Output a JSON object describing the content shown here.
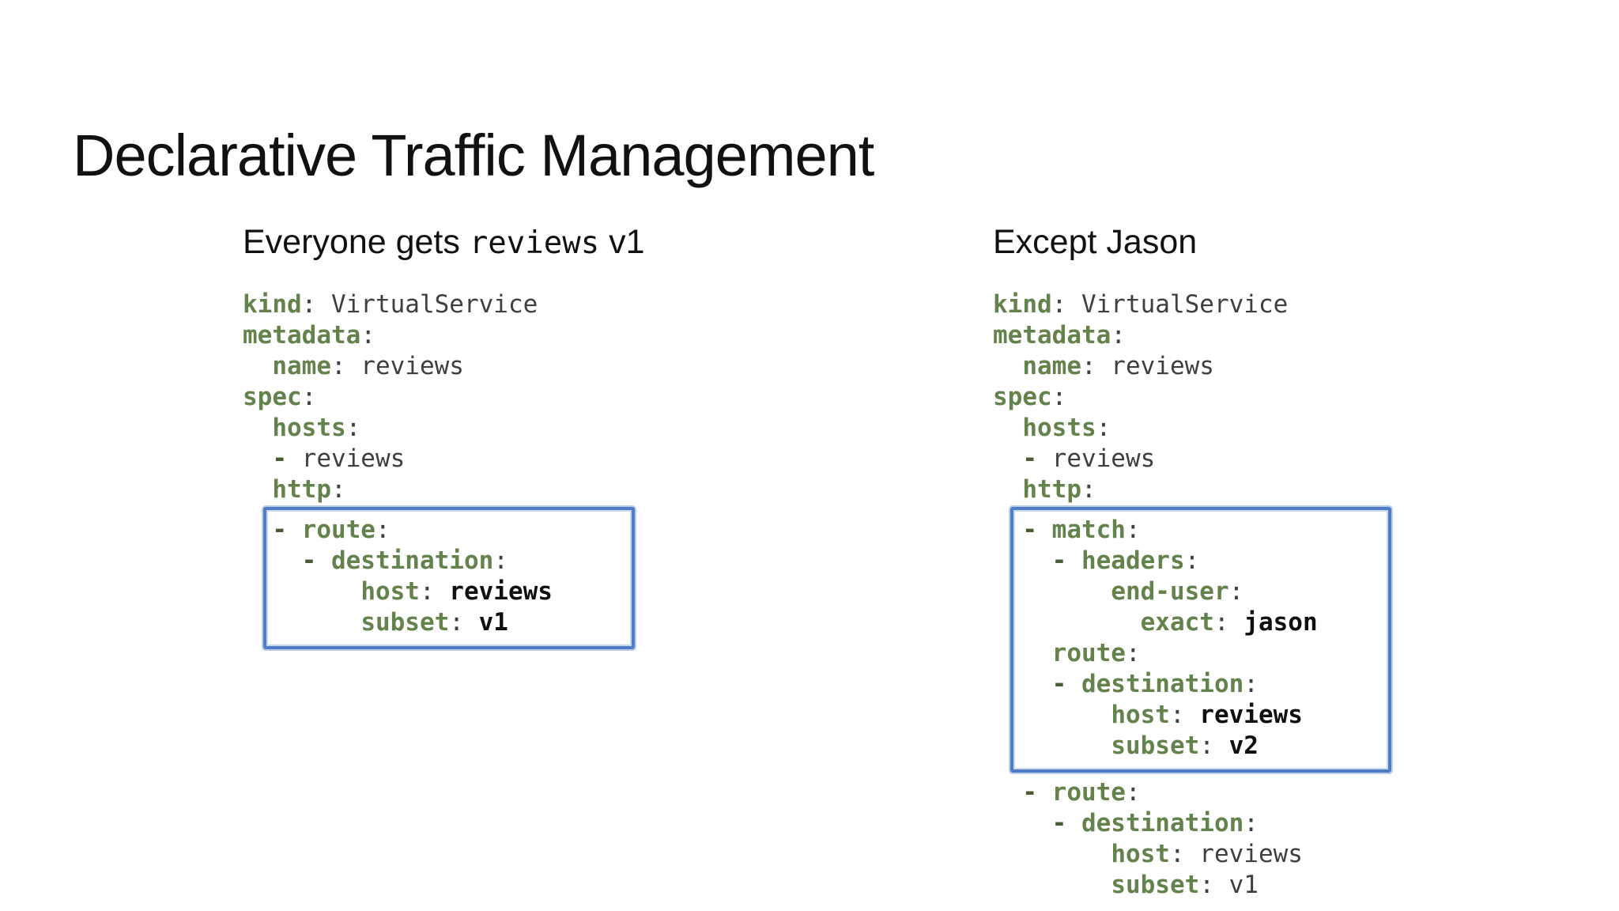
{
  "slide": {
    "title": "Declarative Traffic Management",
    "colors": {
      "key": "#64824B",
      "plain": "#3C4043",
      "bold": "#101010",
      "dash": "#4A5D35",
      "box_border": "#4E7DC6",
      "heading": "#111111",
      "background": "#FFFFFF"
    }
  },
  "columns": [
    {
      "id": "left",
      "heading": [
        {
          "t": "Everyone gets ",
          "mono": false
        },
        {
          "t": "reviews",
          "mono": true
        },
        {
          "t": " v1",
          "mono": false
        }
      ],
      "code": {
        "pre": [
          [
            {
              "c": "key",
              "t": "kind"
            },
            {
              "c": "plain",
              "t": ": VirtualService"
            }
          ],
          [
            {
              "c": "key",
              "t": "metadata"
            },
            {
              "c": "plain",
              "t": ":"
            }
          ],
          [
            {
              "c": "plain",
              "t": "  "
            },
            {
              "c": "key",
              "t": "name"
            },
            {
              "c": "plain",
              "t": ": reviews"
            }
          ],
          [
            {
              "c": "key",
              "t": "spec"
            },
            {
              "c": "plain",
              "t": ":"
            }
          ],
          [
            {
              "c": "plain",
              "t": "  "
            },
            {
              "c": "key",
              "t": "hosts"
            },
            {
              "c": "plain",
              "t": ":"
            }
          ],
          [
            {
              "c": "plain",
              "t": "  "
            },
            {
              "c": "dash",
              "t": "- "
            },
            {
              "c": "plain",
              "t": "reviews"
            }
          ],
          [
            {
              "c": "plain",
              "t": "  "
            },
            {
              "c": "key",
              "t": "http"
            },
            {
              "c": "plain",
              "t": ":"
            }
          ]
        ],
        "boxed": [
          [
            {
              "c": "plain",
              "t": "  "
            },
            {
              "c": "dash",
              "t": "- "
            },
            {
              "c": "key",
              "t": "route"
            },
            {
              "c": "plain",
              "t": ":"
            }
          ],
          [
            {
              "c": "plain",
              "t": "    "
            },
            {
              "c": "dash",
              "t": "- "
            },
            {
              "c": "key",
              "t": "destination"
            },
            {
              "c": "plain",
              "t": ":"
            }
          ],
          [
            {
              "c": "plain",
              "t": "        "
            },
            {
              "c": "key",
              "t": "host"
            },
            {
              "c": "plain",
              "t": ": "
            },
            {
              "c": "bold",
              "t": "reviews"
            }
          ],
          [
            {
              "c": "plain",
              "t": "        "
            },
            {
              "c": "key",
              "t": "subset"
            },
            {
              "c": "plain",
              "t": ": "
            },
            {
              "c": "bold",
              "t": "v1"
            }
          ]
        ],
        "post": []
      }
    },
    {
      "id": "right",
      "heading": [
        {
          "t": "Except Jason",
          "mono": false
        }
      ],
      "code": {
        "pre": [
          [
            {
              "c": "key",
              "t": "kind"
            },
            {
              "c": "plain",
              "t": ": VirtualService"
            }
          ],
          [
            {
              "c": "key",
              "t": "metadata"
            },
            {
              "c": "plain",
              "t": ":"
            }
          ],
          [
            {
              "c": "plain",
              "t": "  "
            },
            {
              "c": "key",
              "t": "name"
            },
            {
              "c": "plain",
              "t": ": reviews"
            }
          ],
          [
            {
              "c": "key",
              "t": "spec"
            },
            {
              "c": "plain",
              "t": ":"
            }
          ],
          [
            {
              "c": "plain",
              "t": "  "
            },
            {
              "c": "key",
              "t": "hosts"
            },
            {
              "c": "plain",
              "t": ":"
            }
          ],
          [
            {
              "c": "plain",
              "t": "  "
            },
            {
              "c": "dash",
              "t": "- "
            },
            {
              "c": "plain",
              "t": "reviews"
            }
          ],
          [
            {
              "c": "plain",
              "t": "  "
            },
            {
              "c": "key",
              "t": "http"
            },
            {
              "c": "plain",
              "t": ":"
            }
          ]
        ],
        "boxed": [
          [
            {
              "c": "plain",
              "t": "  "
            },
            {
              "c": "dash",
              "t": "- "
            },
            {
              "c": "key",
              "t": "match"
            },
            {
              "c": "plain",
              "t": ":"
            }
          ],
          [
            {
              "c": "plain",
              "t": "    "
            },
            {
              "c": "dash",
              "t": "- "
            },
            {
              "c": "key",
              "t": "headers"
            },
            {
              "c": "plain",
              "t": ":"
            }
          ],
          [
            {
              "c": "plain",
              "t": "        "
            },
            {
              "c": "key",
              "t": "end-user"
            },
            {
              "c": "plain",
              "t": ":"
            }
          ],
          [
            {
              "c": "plain",
              "t": "          "
            },
            {
              "c": "key",
              "t": "exact"
            },
            {
              "c": "plain",
              "t": ": "
            },
            {
              "c": "bold",
              "t": "jason"
            }
          ],
          [
            {
              "c": "plain",
              "t": "    "
            },
            {
              "c": "key",
              "t": "route"
            },
            {
              "c": "plain",
              "t": ":"
            }
          ],
          [
            {
              "c": "plain",
              "t": "    "
            },
            {
              "c": "dash",
              "t": "- "
            },
            {
              "c": "key",
              "t": "destination"
            },
            {
              "c": "plain",
              "t": ":"
            }
          ],
          [
            {
              "c": "plain",
              "t": "        "
            },
            {
              "c": "key",
              "t": "host"
            },
            {
              "c": "plain",
              "t": ": "
            },
            {
              "c": "bold",
              "t": "reviews"
            }
          ],
          [
            {
              "c": "plain",
              "t": "        "
            },
            {
              "c": "key",
              "t": "subset"
            },
            {
              "c": "plain",
              "t": ": "
            },
            {
              "c": "bold",
              "t": "v2"
            }
          ]
        ],
        "post": [
          [
            {
              "c": "plain",
              "t": "  "
            },
            {
              "c": "dash",
              "t": "- "
            },
            {
              "c": "key",
              "t": "route"
            },
            {
              "c": "plain",
              "t": ":"
            }
          ],
          [
            {
              "c": "plain",
              "t": "    "
            },
            {
              "c": "dash",
              "t": "- "
            },
            {
              "c": "key",
              "t": "destination"
            },
            {
              "c": "plain",
              "t": ":"
            }
          ],
          [
            {
              "c": "plain",
              "t": "        "
            },
            {
              "c": "key",
              "t": "host"
            },
            {
              "c": "plain",
              "t": ": reviews"
            }
          ],
          [
            {
              "c": "plain",
              "t": "        "
            },
            {
              "c": "key",
              "t": "subset"
            },
            {
              "c": "plain",
              "t": ": v1"
            }
          ]
        ]
      }
    }
  ]
}
